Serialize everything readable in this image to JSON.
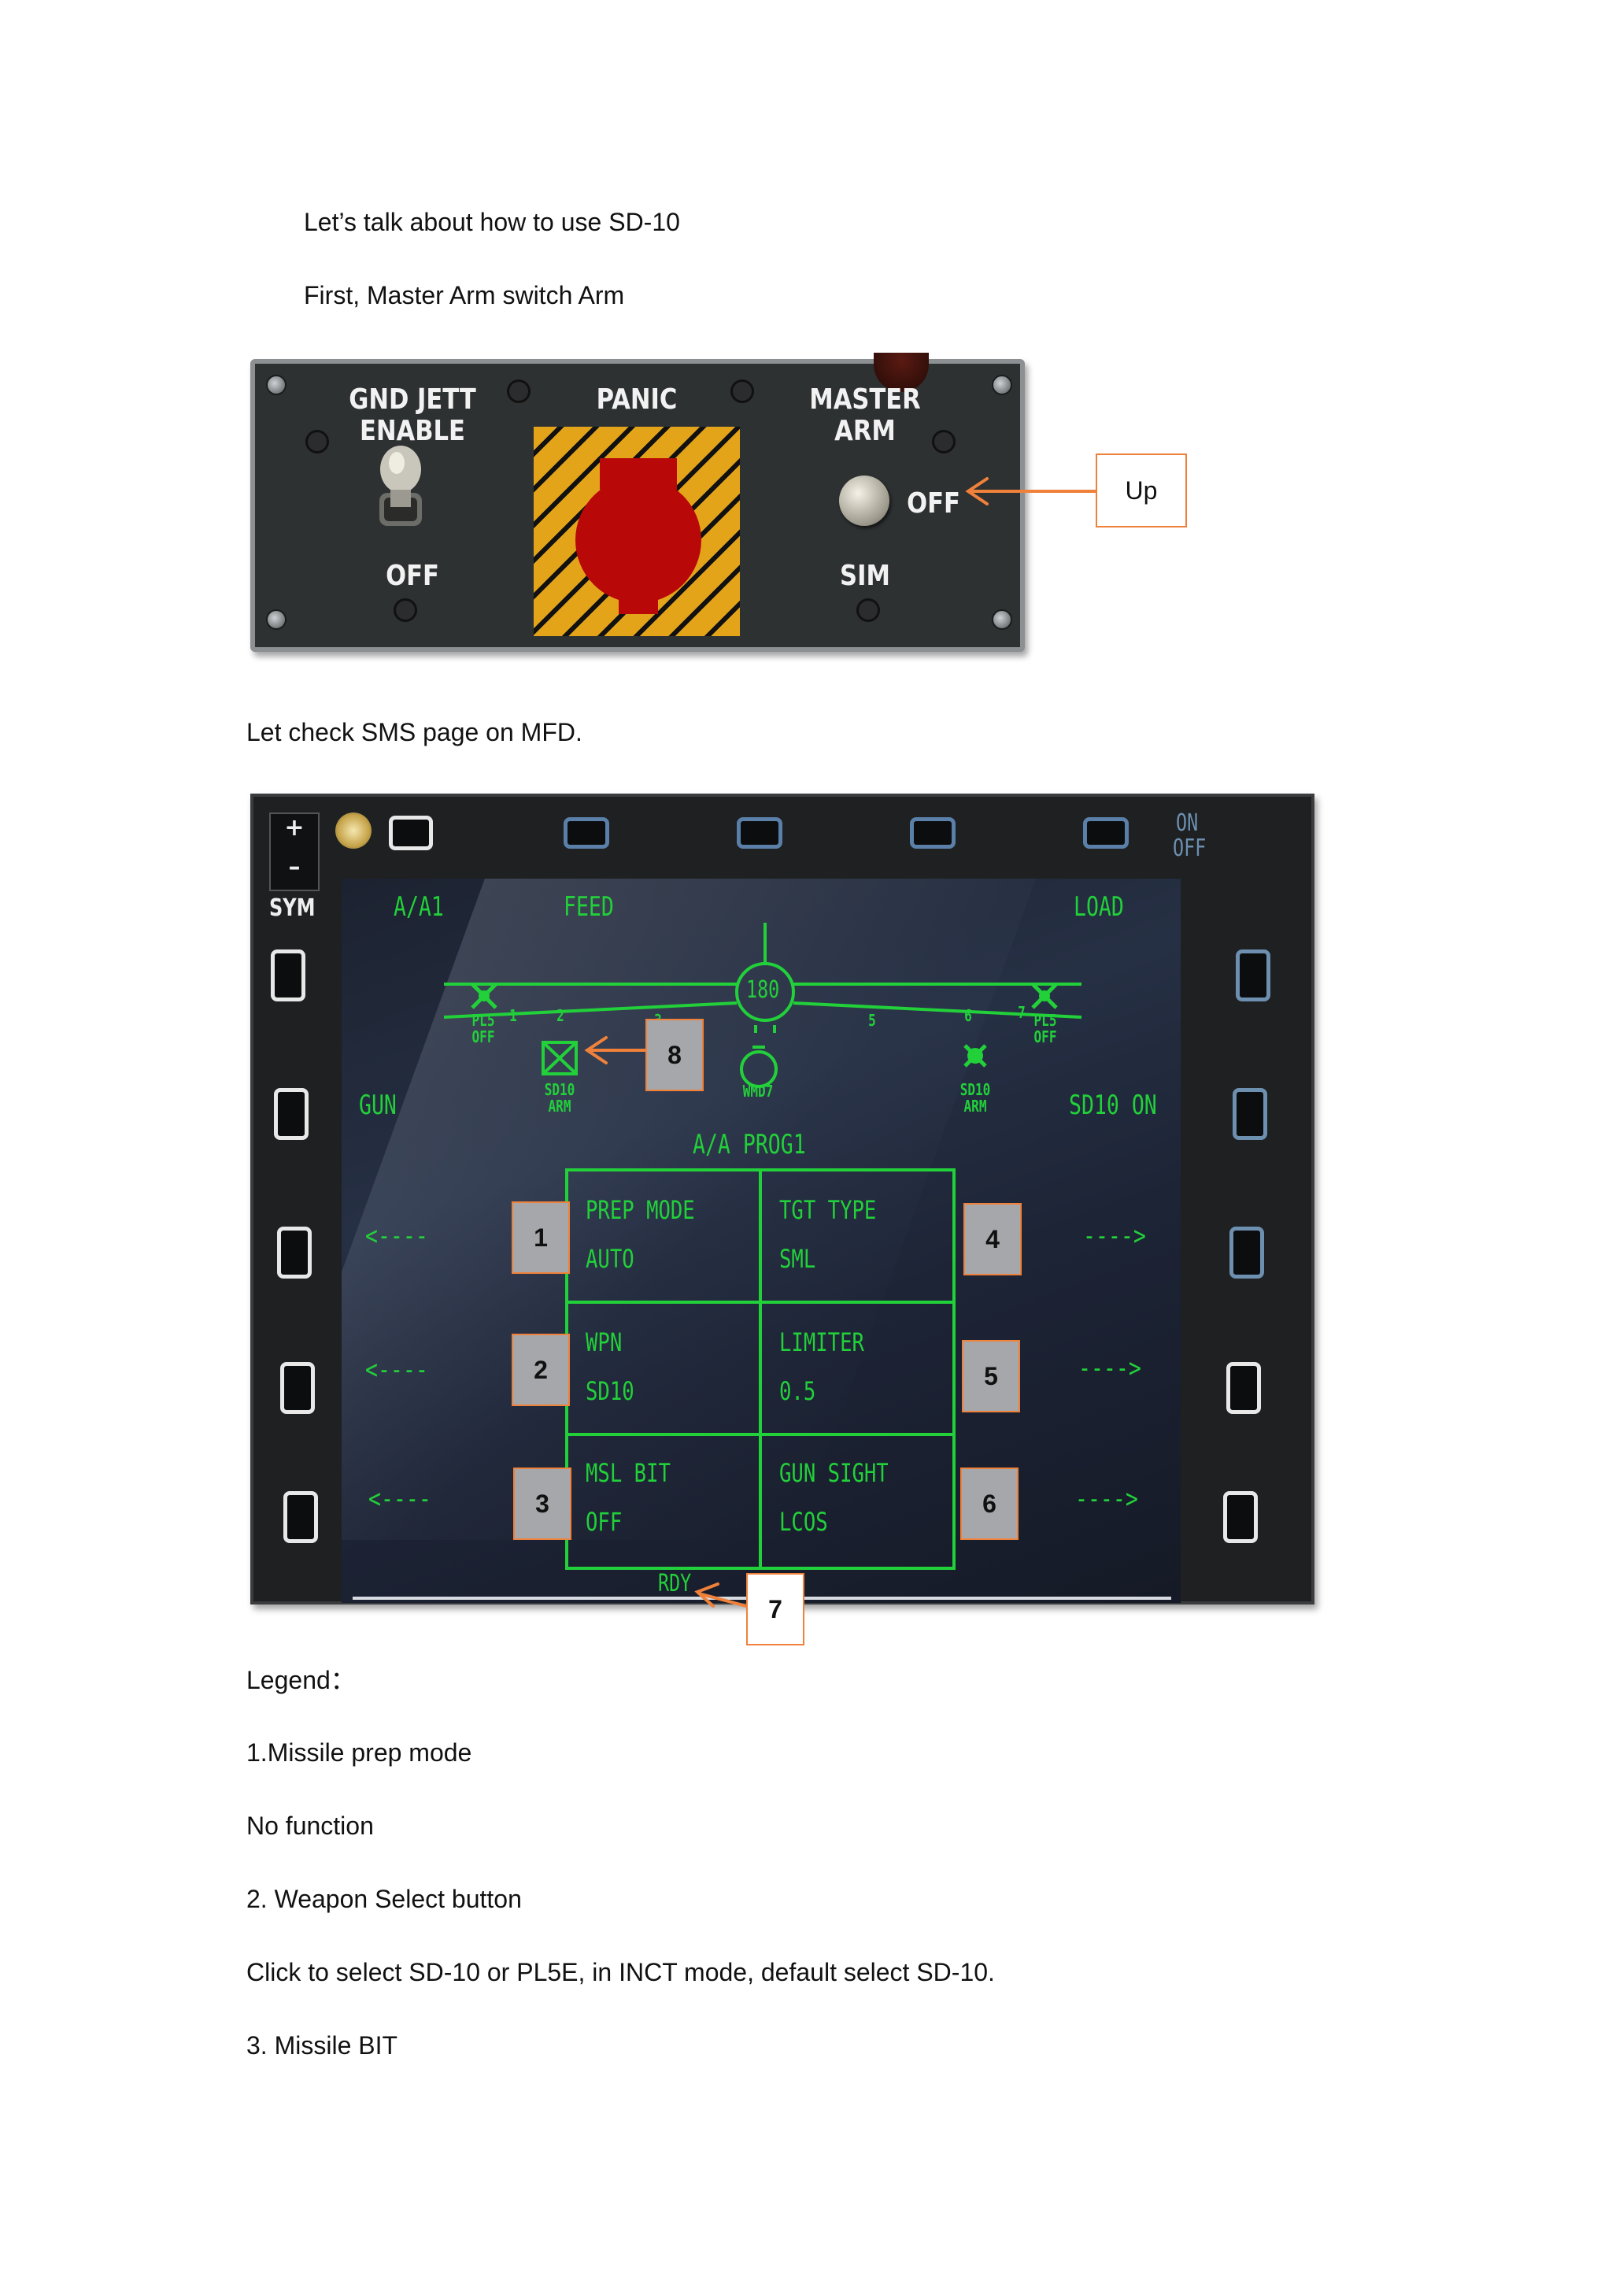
{
  "intro": {
    "line1": "Let’s talk about how to use SD-10",
    "line2": "First, Master Arm switch Arm"
  },
  "arm_panel": {
    "gnd_jett_label": "GND JETT\nENABLE",
    "gnd_off_label": "OFF",
    "panic_label": "PANIC",
    "master_arm_label": "MASTER\nARM",
    "arm_off_label": "OFF",
    "arm_sim_label": "SIM",
    "callout": "Up"
  },
  "sms_intro": "Let check SMS page on MFD.",
  "mfd": {
    "plus": "+",
    "minus": "–",
    "sym": "SYM",
    "on": "ON",
    "off": "OFF",
    "top_left": "A/A1",
    "top_mid": "FEED",
    "top_right": "LOAD",
    "center_value": "180",
    "station_numbers": [
      "1",
      "2",
      "3",
      "5",
      "6",
      "7"
    ],
    "stations": {
      "left_pl5": "PL5\nOFF",
      "left_sd10": "SD10\nARM",
      "center": "WMD7",
      "right_sd10": "SD10\nARM",
      "right_pl5": "PL5\nOFF"
    },
    "gun": "GUN",
    "sd10_on": "SD10 ON",
    "prog": "A/A PROG1",
    "left_arrow": "<----",
    "right_arrow": "---->",
    "grid": [
      {
        "label": "PREP MODE",
        "value": "AUTO"
      },
      {
        "label": "TGT TYPE",
        "value": "SML"
      },
      {
        "label": "WPN",
        "value": "SD10"
      },
      {
        "label": "LIMITER",
        "value": "0.5"
      },
      {
        "label": "MSL BIT",
        "value": "OFF"
      },
      {
        "label": "GUN SIGHT",
        "value": "LCOS"
      }
    ],
    "rdy": "RDY",
    "callouts": [
      "1",
      "2",
      "3",
      "4",
      "5",
      "6",
      "7",
      "8"
    ]
  },
  "legend": {
    "title": "Legend：",
    "items": [
      "1.Missile prep mode",
      "No function",
      "2. Weapon Select button",
      "Click to select SD-10 or PL5E, in INCT mode, default select SD-10.",
      "3. Missile BIT"
    ]
  },
  "colors": {
    "mfd_green": "#22d03a",
    "callout_orange": "#f0813a",
    "panic_red": "#b80808",
    "hazard_yellow": "#e3a41a"
  }
}
